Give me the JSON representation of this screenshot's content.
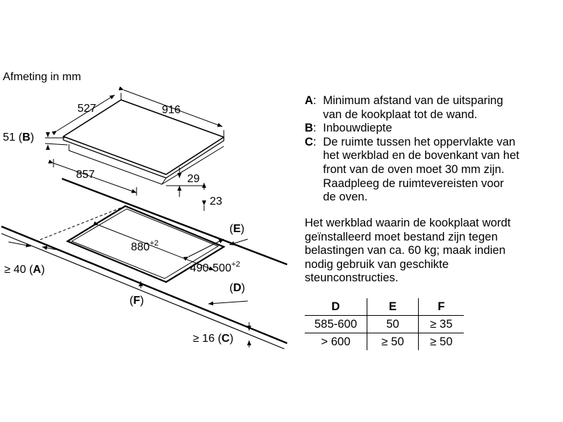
{
  "title": "Afmeting in mm",
  "hob": {
    "depth": "527",
    "width": "916",
    "depth_inner": "857",
    "height_total": "29",
    "height_glass": "23",
    "label_B": {
      "pre": "51 (",
      "key": "B",
      "post": ")"
    }
  },
  "cutout": {
    "width": "880",
    "width_tol": "+2",
    "depth": "490-500",
    "depth_tol": "+2"
  },
  "labels": {
    "A": {
      "pre": "≥ 40 (",
      "key": "A",
      "post": ")"
    },
    "C": {
      "pre": "≥ 16 (",
      "key": "C",
      "post": ")"
    },
    "D": {
      "pre": "(",
      "key": "D",
      "post": ")"
    },
    "E": {
      "pre": "(",
      "key": "E",
      "post": ")"
    },
    "F": {
      "pre": "(",
      "key": "F",
      "post": ")"
    }
  },
  "legend": [
    {
      "key": "A",
      "line1": "Minimum afstand van de uitsparing",
      "line2": "van de kookplaat tot de wand."
    },
    {
      "key": "B",
      "line1": "Inbouwdiepte"
    },
    {
      "key": "C",
      "line1": "De ruimte tussen het oppervlakte van",
      "line2": "het werkblad en de bovenkant van het",
      "line3": "front van de oven moet 30 mm zijn.",
      "line4": "Raadpleeg de ruimtevereisten voor",
      "line5": "de oven."
    }
  ],
  "note": {
    "line1": "Het werkblad waarin de kookplaat wordt",
    "line2": "geïnstalleerd moet bestand zijn tegen",
    "line3": "belastingen van ca. 60 kg; maak indien",
    "line4": "nodig gebruik van geschikte",
    "line5": "steunconstructies."
  },
  "table": {
    "headers": [
      "D",
      "E",
      "F"
    ],
    "rows": [
      [
        "585-600",
        "50",
        "≥ 35"
      ],
      [
        "> 600",
        "≥ 50",
        "≥ 50"
      ]
    ]
  }
}
